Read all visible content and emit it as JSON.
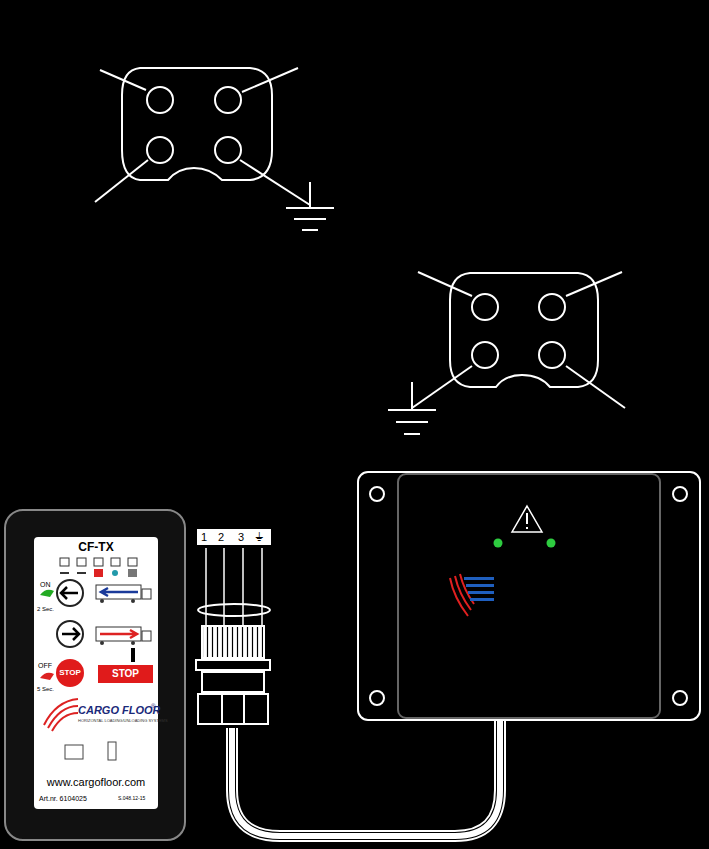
{
  "diagram": {
    "nodes": [
      {
        "text": [
          "CF-TX",
          "www.cargofloor.com",
          "Art.nr. 6104025",
          "S.048.12-15"
        ]
      },
      {
        "text": [
          "1",
          "2",
          "3",
          "⏚"
        ]
      }
    ],
    "labels": [
      "ON",
      "2 Sec.",
      "OFF",
      "5 Sec.",
      "STOP",
      "STOP",
      "CARGO FLOOR",
      "®",
      "HORIZONTAL LOADING/UNLOADING SYSTEMS"
    ]
  }
}
